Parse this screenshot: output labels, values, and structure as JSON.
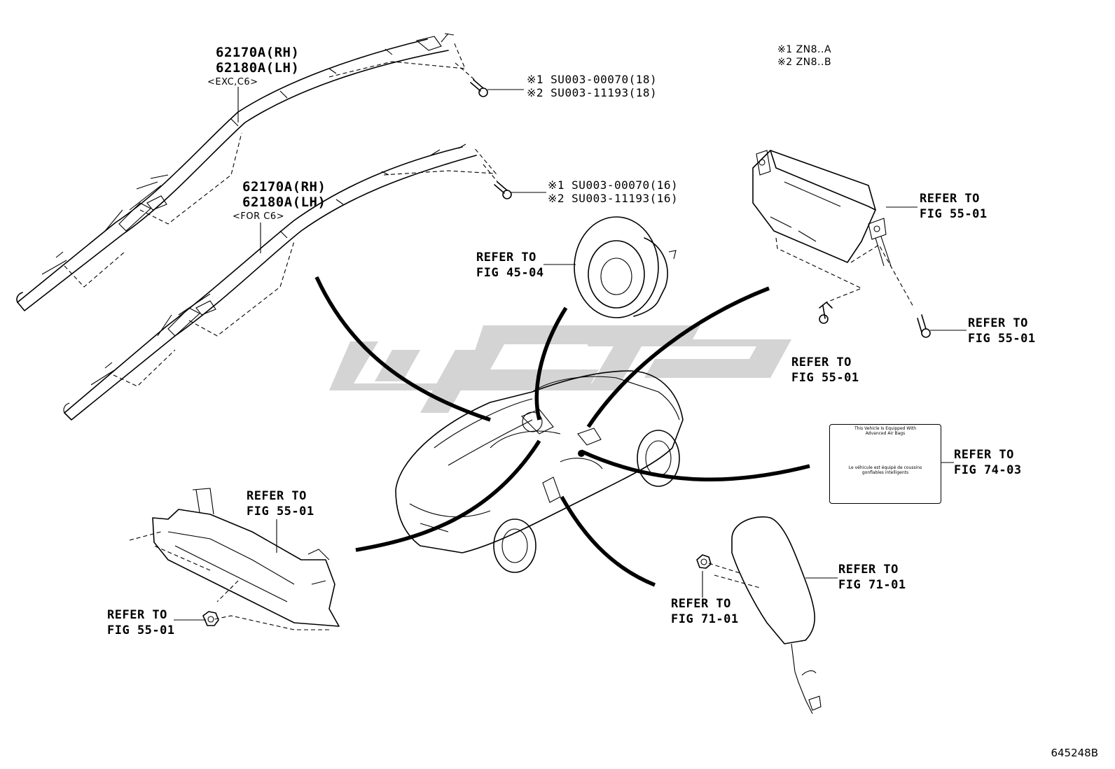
{
  "labels": {
    "curtain_top_pn1": "62170A(RH)",
    "curtain_top_pn2": "62180A(LH)",
    "curtain_top_cond": "<EXC,C6>",
    "curtain_bot_pn1": "62170A(RH)",
    "curtain_bot_pn2": "62180A(LH)",
    "curtain_bot_cond": "<FOR C6>",
    "screw_top_1": "※1 SU003-00070(18)",
    "screw_top_2": "※2 SU003-11193(18)",
    "screw_bot_1": "※1 SU003-00070(16)",
    "screw_bot_2": "※2 SU003-11193(16)",
    "legend_1": "※1 ZN8..A",
    "legend_2": "※2 ZN8..B",
    "refer_steering_1": "REFER TO",
    "refer_steering_2": "FIG 45-04",
    "refer_passenger_1": "REFER TO",
    "refer_passenger_2": "FIG 55-01",
    "refer_pass_bolt_r_1": "REFER TO",
    "refer_pass_bolt_r_2": "FIG 55-01",
    "refer_pass_bolt_l_1": "REFER TO",
    "refer_pass_bolt_l_2": "FIG 55-01",
    "refer_knee_1": "REFER TO",
    "refer_knee_2": "FIG 55-01",
    "refer_knee_nut_1": "REFER TO",
    "refer_knee_nut_2": "FIG 55-01",
    "refer_label_1": "REFER TO",
    "refer_label_2": "FIG 74-03",
    "refer_side_1": "REFER TO",
    "refer_side_2": "FIG 71-01",
    "refer_side_nut_1": "REFER TO",
    "refer_side_nut_2": "FIG 71-01",
    "warning_line1": "This Vehicle Is Equipped With",
    "warning_line2": "Advanced Air Bags",
    "warning_line3": "Le véhicule est équipé de coussins",
    "warning_line4": "gonflables intelligents",
    "figure_number": "645248B"
  },
  "colors": {
    "ink": "#000000",
    "watermark": "#d0d0d0"
  }
}
